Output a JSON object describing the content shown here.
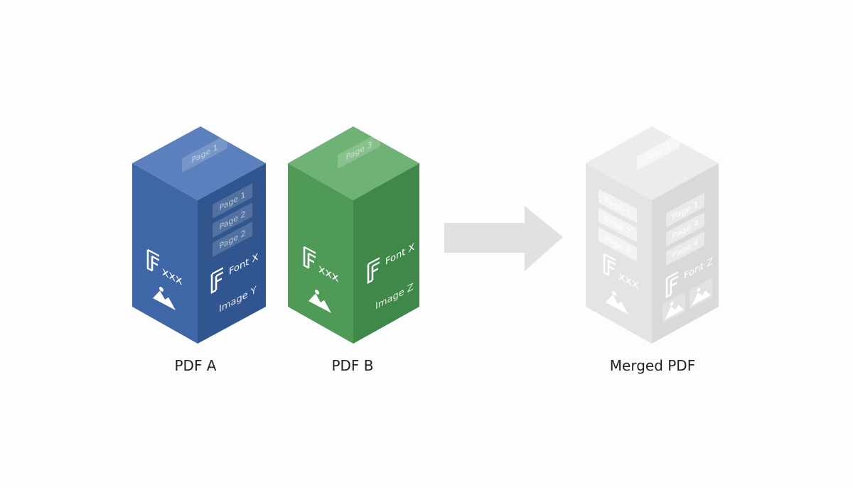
{
  "colors": {
    "pdf_a": {
      "top": "#5b80bd",
      "left": "#3f67a8",
      "right": "#31568f"
    },
    "pdf_b": {
      "top": "#6fb276",
      "left": "#4f9a57",
      "right": "#3f884a"
    },
    "merged": {
      "top": "#ececec",
      "left": "#e4e4e4",
      "right": "#d9d9d9"
    },
    "arrow": "#e1e1e1",
    "caption": "#222222"
  },
  "pdf_a": {
    "caption": "PDF A",
    "top_page": "Page 1",
    "pages": [
      "Page 1",
      "Page 2",
      "Page 2"
    ],
    "font_left": "xxx",
    "font_right": "Font X",
    "image_label": "Image Y"
  },
  "pdf_b": {
    "caption": "PDF B",
    "top_page": "Page 3",
    "font_left": "xxx",
    "font_right": "Font X",
    "image_label": "Image Z"
  },
  "merged": {
    "caption": "Merged PDF",
    "top_page": "Page 1",
    "pages_left": [
      "Page 1",
      "Page 2",
      "Page 3"
    ],
    "pages_right": [
      "Page 1",
      "Page 4",
      "Page 4"
    ],
    "font_left": "xxx",
    "font_right": "Font Z"
  },
  "icons": {
    "font": "font-file-icon",
    "image": "mountain-image-icon",
    "arrow": "right-arrow-icon"
  }
}
